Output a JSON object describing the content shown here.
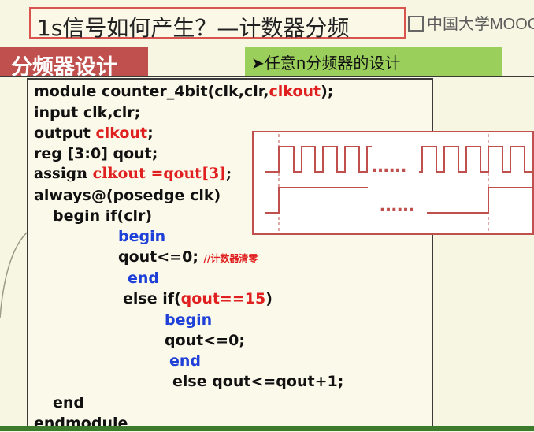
{
  "slide": {
    "title": "1s信号如何产生？—计数器分频",
    "watermark": "中国大学MOOC",
    "section_label": "分频器设计",
    "subheading": "➤任意n分频器的设计"
  },
  "code": {
    "line1_a": "module counter_4bit(clk,clr,",
    "line1_b": "clkout",
    "line1_c": ");",
    "line2": "input   clk,clr;",
    "line3_a": "output   ",
    "line3_b": "clkout",
    "line3_c": ";",
    "line4": "reg   [3:0]  qout;",
    "line5_a": "assign ",
    "line5_b": "clkout =qout[3]",
    "line5_c": ";",
    "line6": "always@(posedge clk)",
    "line7": "begin     if(clr)",
    "line8": "begin",
    "line9_a": "qout<=0; ",
    "line9_comment": "//计数器清零",
    "line10": "end",
    "line11_a": "else   if(",
    "line11_b": "qout==15",
    "line11_c": ")",
    "line12": "begin",
    "line13": "qout<=0;",
    "line14": "end",
    "line15": "else    qout<=qout+1;",
    "line16": "end",
    "line17": "endmodule"
  },
  "waveform": {
    "dots_top": "……",
    "dots_bottom": "……"
  },
  "colors": {
    "title_border": "#d9534f",
    "section_bg": "#c0504d",
    "subhead_bg": "#9bcf5c",
    "keyword_red": "#e02020",
    "keyword_blue": "#1e40d8"
  }
}
